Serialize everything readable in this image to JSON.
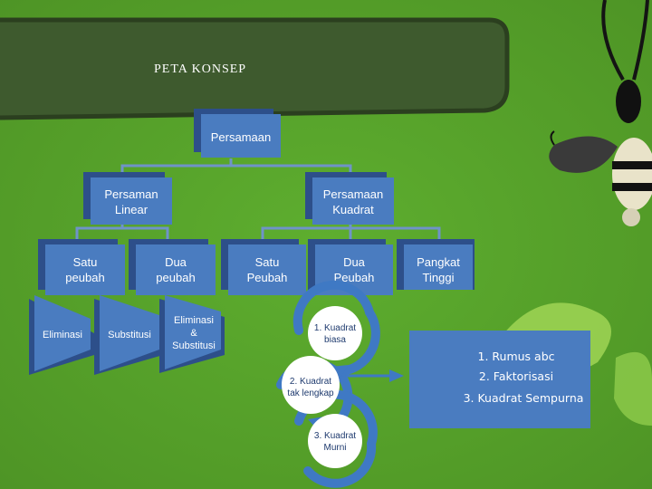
{
  "title": "PETA KONSEP",
  "root": "Persamaan",
  "linear": [
    "Persaman",
    "Linear"
  ],
  "kuadrat": [
    "Persamaan",
    "Kuadrat"
  ],
  "satu_peubah_lin": [
    "Satu",
    "peubah"
  ],
  "dua_peubah_lin": [
    "Dua",
    "peubah"
  ],
  "satu_peubah_kua": [
    "Satu",
    "Peubah"
  ],
  "dua_peubah_kua": [
    "Dua",
    "Peubah"
  ],
  "pangkat_tinggi": [
    "Pangkat",
    "Tinggi"
  ],
  "eliminasi": "Eliminasi",
  "substitusi": "Substitusi",
  "elim_subs": [
    "Eliminasi",
    "&",
    "Substitusi"
  ],
  "kuadrat_biasa": [
    "1. Kuadrat",
    "biasa"
  ],
  "kuadrat_taklengkap": [
    "2. Kuadrat",
    "tak lengkap"
  ],
  "kuadrat_murni": [
    "3. Kuadrat",
    "Murni"
  ],
  "methods": [
    "1. Rumus abc",
    "2. Faktorisasi",
    "3. Kuadrat Sempurna"
  ],
  "colors": {
    "background_green": "#55a02a",
    "header_dark": "#3e5a2e",
    "box_blue": "#4a7cc0",
    "box_shadow": "#2d4f8a",
    "connector": "#6f93c9",
    "swirl": "#3f79c4"
  },
  "icons": [
    "bee-illustration",
    "leaf-decoration"
  ]
}
